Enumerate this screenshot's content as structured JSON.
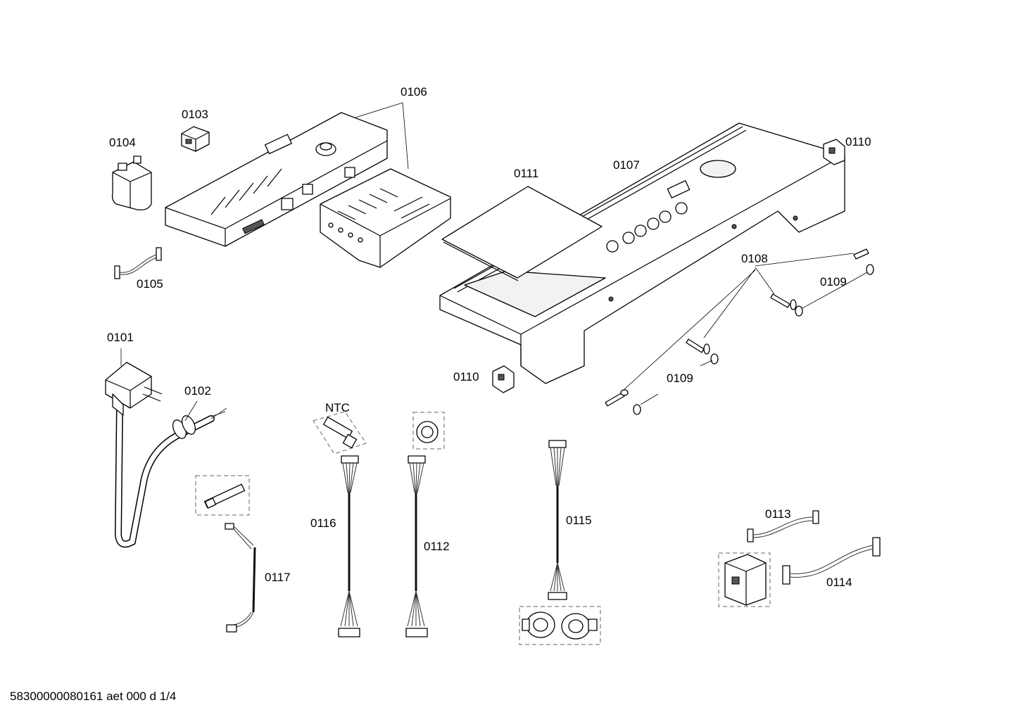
{
  "labels": {
    "l0101": "0101",
    "l0102": "0102",
    "l0103": "0103",
    "l0104": "0104",
    "l0105": "0105",
    "l0106": "0106",
    "l0107": "0107",
    "l0108": "0108",
    "l0109a": "0109",
    "l0109b": "0109",
    "l0110a": "0110",
    "l0110b": "0110",
    "l0111": "0111",
    "l0112": "0112",
    "l0113": "0113",
    "l0114": "0114",
    "l0115": "0115",
    "l0116": "0116",
    "l0117": "0117",
    "ntc": "NTC"
  },
  "footer": "58300000080161 aet 000 d 1/4"
}
